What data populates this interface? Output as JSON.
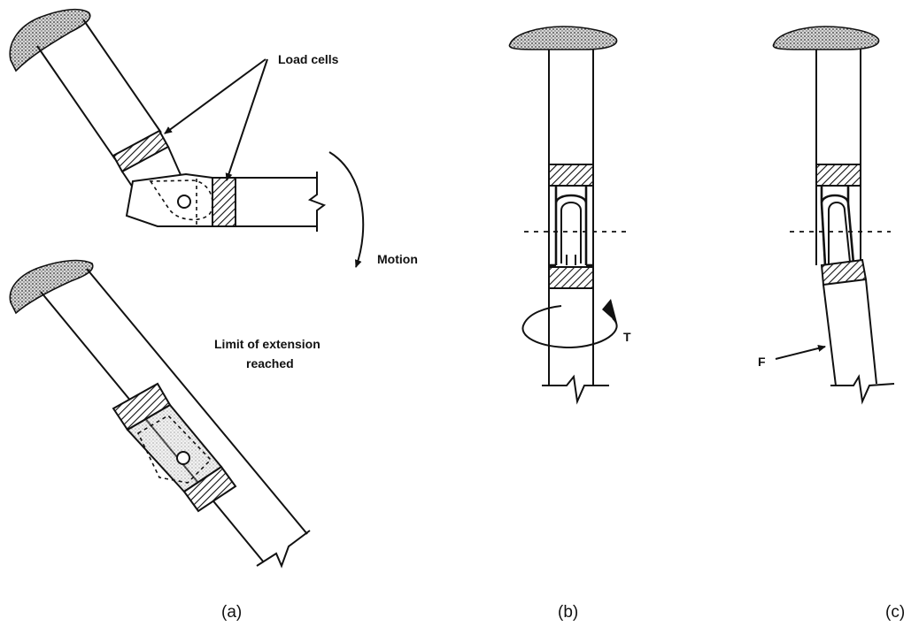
{
  "labels": {
    "load_cells": "Load cells",
    "motion": "Motion",
    "limit_line1": "Limit of extension",
    "limit_line2": "reached",
    "torque": "T",
    "force": "F"
  },
  "captions": {
    "a": "(a)",
    "b": "(b)",
    "c": "(c)"
  }
}
